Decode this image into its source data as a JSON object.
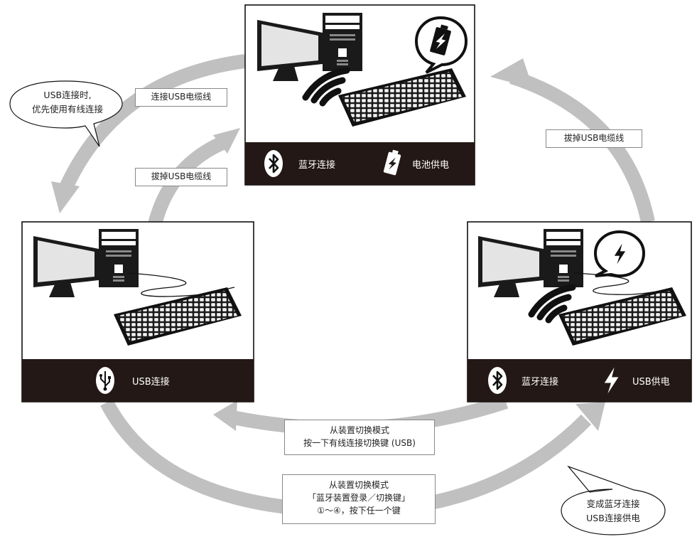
{
  "panels": {
    "top": {
      "mode_label": "蓝牙连接",
      "power_label": "电池供电"
    },
    "left": {
      "mode_label": "USB连接"
    },
    "right": {
      "mode_label": "蓝牙连接",
      "power_label": "USB供电"
    }
  },
  "arrows": {
    "connect_cable": "连接USB电缆线",
    "unplug_left": "拔掉USB电缆线",
    "unplug_right": "拔掉USB电缆线",
    "switch_bottom_1": {
      "line1": "从装置切换模式",
      "line2": "按一下有线连接切换键 (USB)"
    },
    "switch_bottom_2": {
      "line1": "从装置切换模式",
      "line2": "「蓝牙装置登录／切换键」",
      "line3": "①～④，按下任一个键"
    }
  },
  "bubbles": {
    "left": {
      "line1": "USB连接时,",
      "line2": "优先使用有线连接"
    },
    "right": {
      "line1": "变成蓝牙连接",
      "line2": "USB连接供电"
    }
  },
  "icons": [
    "bluetooth-icon",
    "battery-icon",
    "usb-icon",
    "lightning-icon",
    "wireless-signal-icon",
    "computer-icon",
    "monitor-icon",
    "keyboard-icon",
    "cable-icon",
    "speech-bubble-icon"
  ],
  "colors": {
    "panel_bar": "#231815",
    "arrow": "#c0c0c0",
    "frame": "#000000"
  }
}
